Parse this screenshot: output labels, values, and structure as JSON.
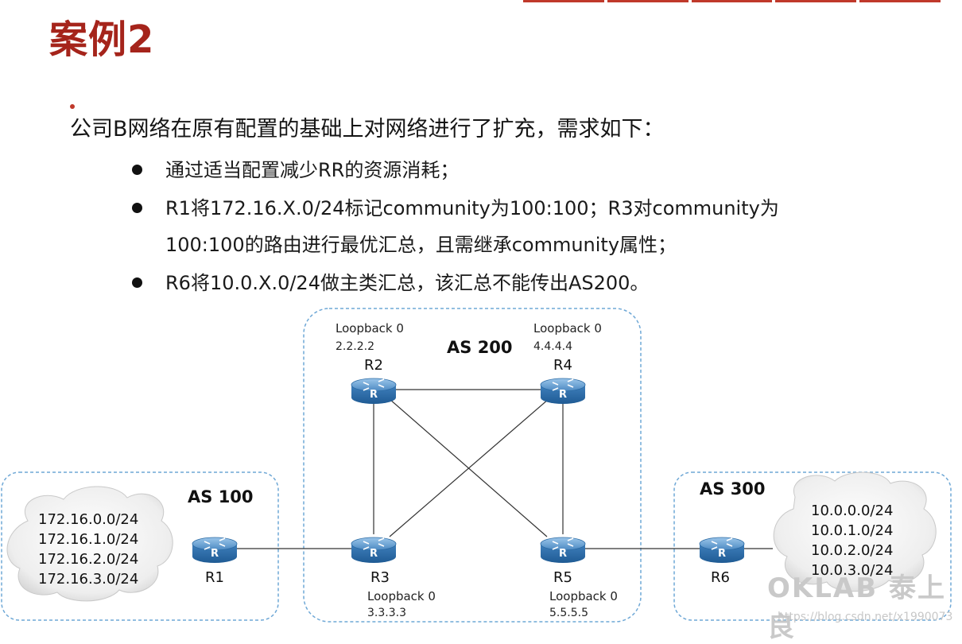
{
  "slide": {
    "title": "案例2",
    "intro": "公司B网络在原有配置的基础上对网络进行了扩充，需求如下：",
    "requirements": [
      "通过适当配置减少RR的资源消耗；",
      "R1将172.16.X.0/24标记community为100:100；R3对community为",
      "100:100的路由进行最优汇总，且需继承community属性；",
      "R6将10.0.X.0/24做主类汇总，该汇总不能传出AS200。"
    ]
  },
  "diagram": {
    "as_labels": {
      "as100": "AS 100",
      "as200": "AS 200",
      "as300": "AS 300"
    },
    "routers": {
      "r1": {
        "name": "R1"
      },
      "r2": {
        "name": "R2",
        "loopback": "Loopback 0",
        "ip": "2.2.2.2"
      },
      "r3": {
        "name": "R3",
        "loopback": "Loopback 0",
        "ip": "3.3.3.3"
      },
      "r4": {
        "name": "R4",
        "loopback": "Loopback 0",
        "ip": "4.4.4.4"
      },
      "r5": {
        "name": "R5",
        "loopback": "Loopback 0",
        "ip": "5.5.5.5"
      },
      "r6": {
        "name": "R6"
      }
    },
    "router_icon_glyph": "R",
    "cloud_left": [
      "172.16.0.0/24",
      "172.16.1.0/24",
      "172.16.2.0/24",
      "172.16.3.0/24"
    ],
    "cloud_right": [
      "10.0.0.0/24",
      "10.0.1.0/24",
      "10.0.2.0/24",
      "10.0.3.0/24"
    ]
  },
  "watermark": {
    "brand": "OKLAB 泰上良",
    "url": "https://blog.csdn.net/x1990073"
  },
  "colors": {
    "title": "#a5241b",
    "router_body": "#2f6ea8",
    "as_border": "#6fa8d6"
  }
}
